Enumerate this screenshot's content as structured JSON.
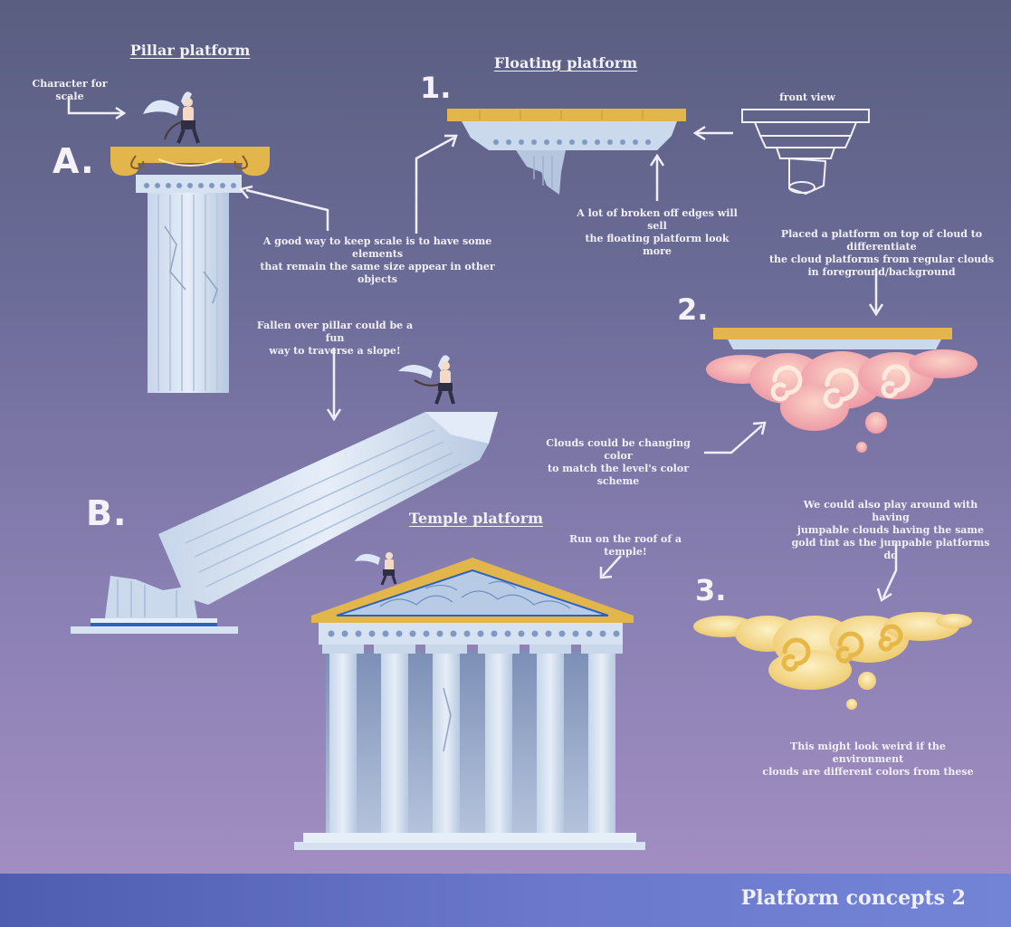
{
  "headings": {
    "pillar": "Pillar platform",
    "floating": "Floating platform",
    "temple": "Temple platform"
  },
  "letters": {
    "a": "A.",
    "b": "B."
  },
  "numbers": {
    "one": "1.",
    "two": "2.",
    "three": "3."
  },
  "notes": {
    "character_scale": "Character for scale",
    "front_view": "front view",
    "keep_scale": "A good way to keep scale is to have some elements\nthat remain the same size appear in other objects",
    "broken_edges": "A lot of broken off edges will sell\nthe floating platform look more",
    "cloud_platform": "Placed a platform on top of cloud to differentiate\nthe cloud platforms from regular clouds\nin foreground/background",
    "fallen_pillar": "Fallen over pillar could be a fun\nway to traverse a slope!",
    "clouds_color": "Clouds could be changing color\nto match the level's color scheme",
    "temple_roof": "Run on the roof of a temple!",
    "gold_clouds": "We could also play around with having\njumpable clouds having the same\ngold tint as the jumpable platforms do",
    "weird": "This might look weird if the environment\nclouds are different colors from these"
  },
  "footer": {
    "title": "Platform concepts 2"
  },
  "colors": {
    "marble": "#d8e4f2",
    "marble_shadow": "#9fb3cf",
    "gold": "#e4b94a",
    "pink_cloud": "#f3a7a4",
    "gold_cloud": "#f0cf7a",
    "accent_blue": "#2a62c0"
  }
}
